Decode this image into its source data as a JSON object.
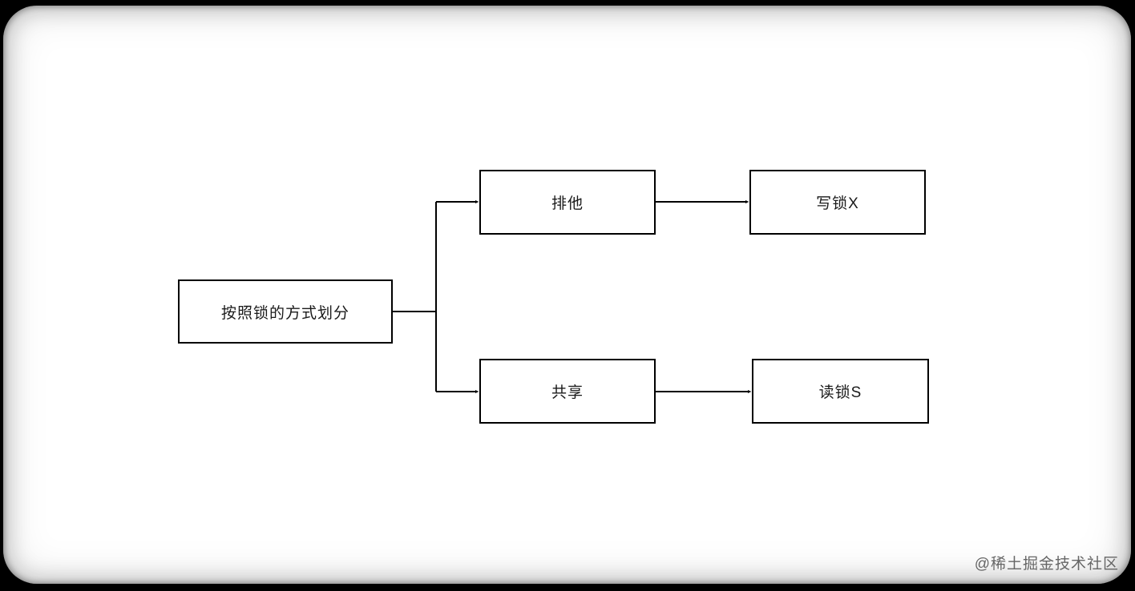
{
  "page": {
    "background_color": "#000000",
    "canvas_color": "#ffffff"
  },
  "diagram": {
    "type": "flowchart",
    "nodes": [
      {
        "id": "root",
        "label": "按照锁的方式划分"
      },
      {
        "id": "exclusive",
        "label": "排他"
      },
      {
        "id": "write-lock",
        "label": "写锁X"
      },
      {
        "id": "shared",
        "label": "共享"
      },
      {
        "id": "read-lock",
        "label": "读锁S"
      }
    ],
    "edges": [
      {
        "from": "按照锁的方式划分",
        "to": "排他"
      },
      {
        "from": "按照锁的方式划分",
        "to": "共享"
      },
      {
        "from": "排他",
        "to": "写锁X"
      },
      {
        "from": "共享",
        "to": "读锁S"
      }
    ],
    "colors": {
      "node_border": "#000000",
      "node_fill": "#ffffff",
      "connector": "#000000",
      "text": "#1a1a1a"
    }
  },
  "watermark": {
    "text": "@稀土掘金技术社区",
    "color": "#666666"
  }
}
